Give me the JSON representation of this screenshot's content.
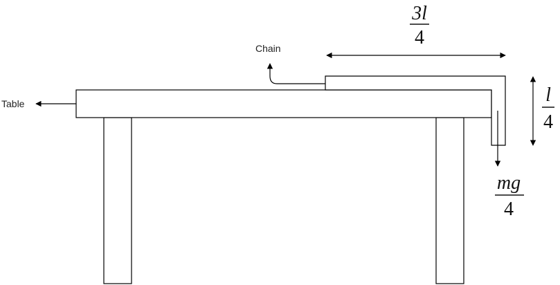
{
  "labels": {
    "table": "Table",
    "chain": "Chain"
  },
  "dimensions": {
    "top_length": {
      "numerator": "3l",
      "denominator": "4"
    },
    "hanging_length": {
      "numerator": "l",
      "denominator": "4"
    }
  },
  "force": {
    "numerator": "mg",
    "denominator": "4"
  }
}
